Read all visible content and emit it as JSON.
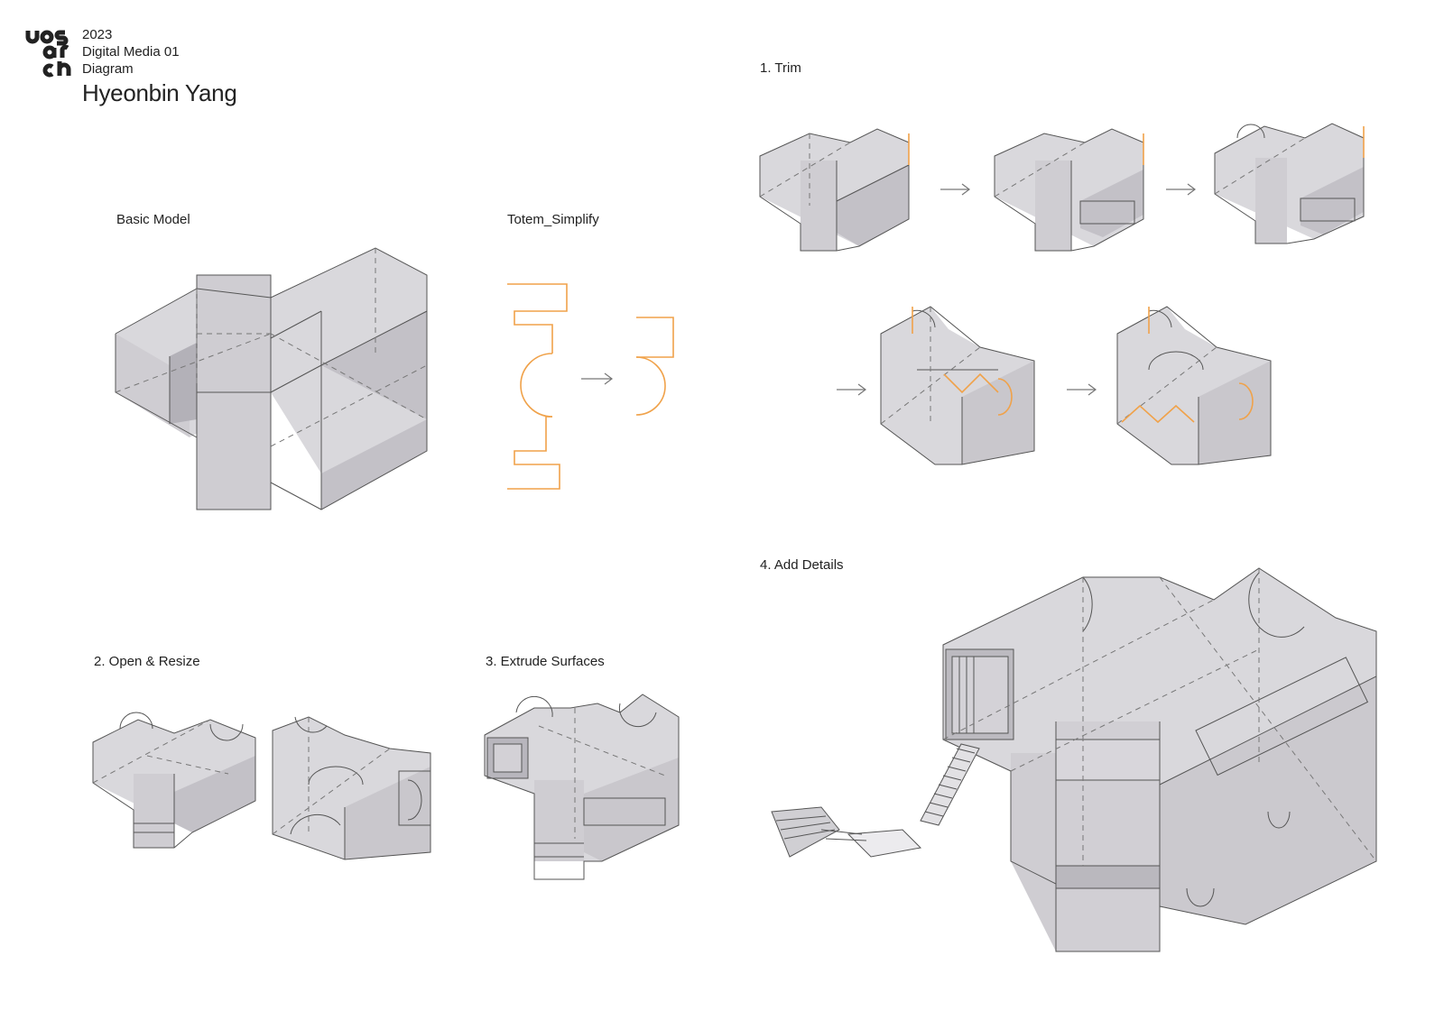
{
  "header": {
    "year": "2023",
    "course": "Digital Media 01",
    "category": "Diagram",
    "author": "Hyeonbin Yang"
  },
  "logo": {
    "name": "uos-arch-logo"
  },
  "sections": {
    "basic_model": "Basic Model",
    "totem_simplify": "Totem_Simplify",
    "trim": "1. Trim",
    "open_resize": "2. Open & Resize",
    "extrude_surfaces": "3. Extrude Surfaces",
    "add_details": "4. Add Details"
  },
  "colors": {
    "totem_line": "#f0a24a",
    "massing": "#cfcdd2",
    "edge": "#555555"
  }
}
